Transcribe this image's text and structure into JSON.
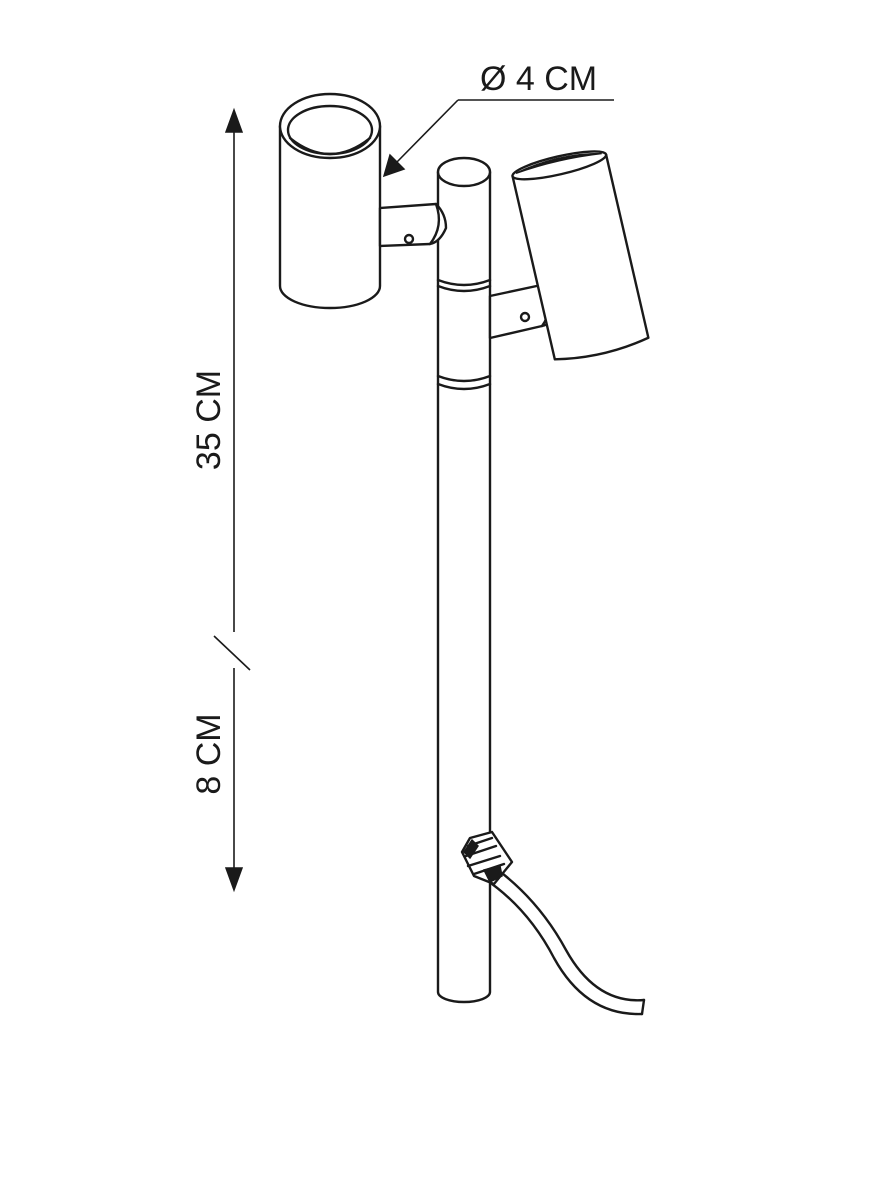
{
  "dimensions": {
    "diameter": "Ø 4 CM",
    "height_above": "35 CM",
    "height_below": "8 CM"
  },
  "colors": {
    "line": "#1a1a1a",
    "background": "#ffffff"
  }
}
